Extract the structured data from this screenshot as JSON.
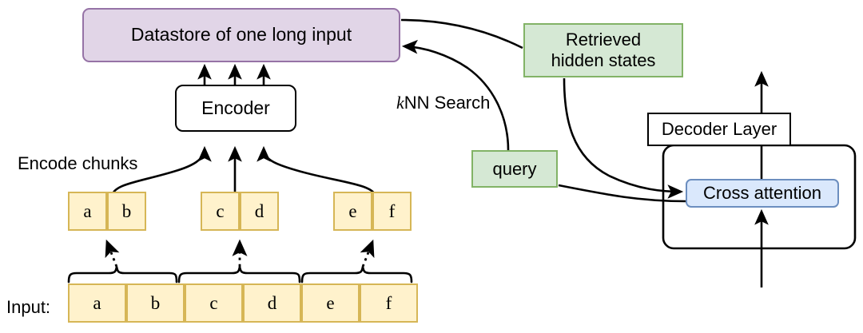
{
  "diagram": {
    "title": "Retrieval-augmented encoder-decoder with kNN search over a datastore",
    "colors": {
      "datastore_fill": "#e1d5e7",
      "datastore_stroke": "#9673a6",
      "green_fill": "#d5e8d4",
      "green_stroke": "#82b366",
      "yellow_fill": "#fff2cc",
      "yellow_stroke": "#d6b656",
      "blue_fill": "#dae8fc",
      "blue_stroke": "#6c8ebf",
      "line": "#000000",
      "box_stroke": "#000000",
      "background": "#ffffff"
    },
    "nodes": {
      "datastore": {
        "label": "Datastore of one long input"
      },
      "encoder": {
        "label": "Encoder"
      },
      "retrieved_hidden_states": {
        "line1": "Retrieved",
        "line2": "hidden states"
      },
      "query": {
        "label": "query"
      },
      "decoder_layer": {
        "label": "Decoder Layer"
      },
      "cross_attention": {
        "label": "Cross attention"
      }
    },
    "labels": {
      "encode_chunks": "Encode chunks",
      "knn_search_k": "k",
      "knn_search_rest": "NN Search",
      "input_prefix": "Input:"
    },
    "chunks": [
      {
        "tokens": [
          "a",
          "b"
        ]
      },
      {
        "tokens": [
          "c",
          "d"
        ]
      },
      {
        "tokens": [
          "e",
          "f"
        ]
      }
    ],
    "input_tokens": [
      "a",
      "b",
      "c",
      "d",
      "e",
      "f"
    ],
    "edges": [
      {
        "name": "chunk1-to-encoder",
        "style": "solid-arrow"
      },
      {
        "name": "chunk2-to-encoder",
        "style": "solid-arrow"
      },
      {
        "name": "chunk3-to-encoder",
        "style": "solid-arrow"
      },
      {
        "name": "encoder-to-datastore-1",
        "style": "solid-arrow"
      },
      {
        "name": "encoder-to-datastore-2",
        "style": "solid-arrow"
      },
      {
        "name": "encoder-to-datastore-3",
        "style": "solid-arrow"
      },
      {
        "name": "input-group-1-to-chunk1",
        "style": "dotted-arrow"
      },
      {
        "name": "input-group-2-to-chunk2",
        "style": "dotted-arrow"
      },
      {
        "name": "input-group-3-to-chunk3",
        "style": "dotted-arrow"
      },
      {
        "name": "datastore-to-retrieved-hidden-states",
        "style": "solid"
      },
      {
        "name": "query-to-datastore",
        "style": "solid-arrow"
      },
      {
        "name": "retrieved-hidden-states-to-cross-attention",
        "style": "solid-arrow"
      },
      {
        "name": "query-to-cross-attention",
        "style": "solid"
      },
      {
        "name": "decoder-input-to-cross-attention",
        "style": "solid-arrow"
      },
      {
        "name": "decoder-layer-output",
        "style": "solid-arrow"
      }
    ]
  }
}
